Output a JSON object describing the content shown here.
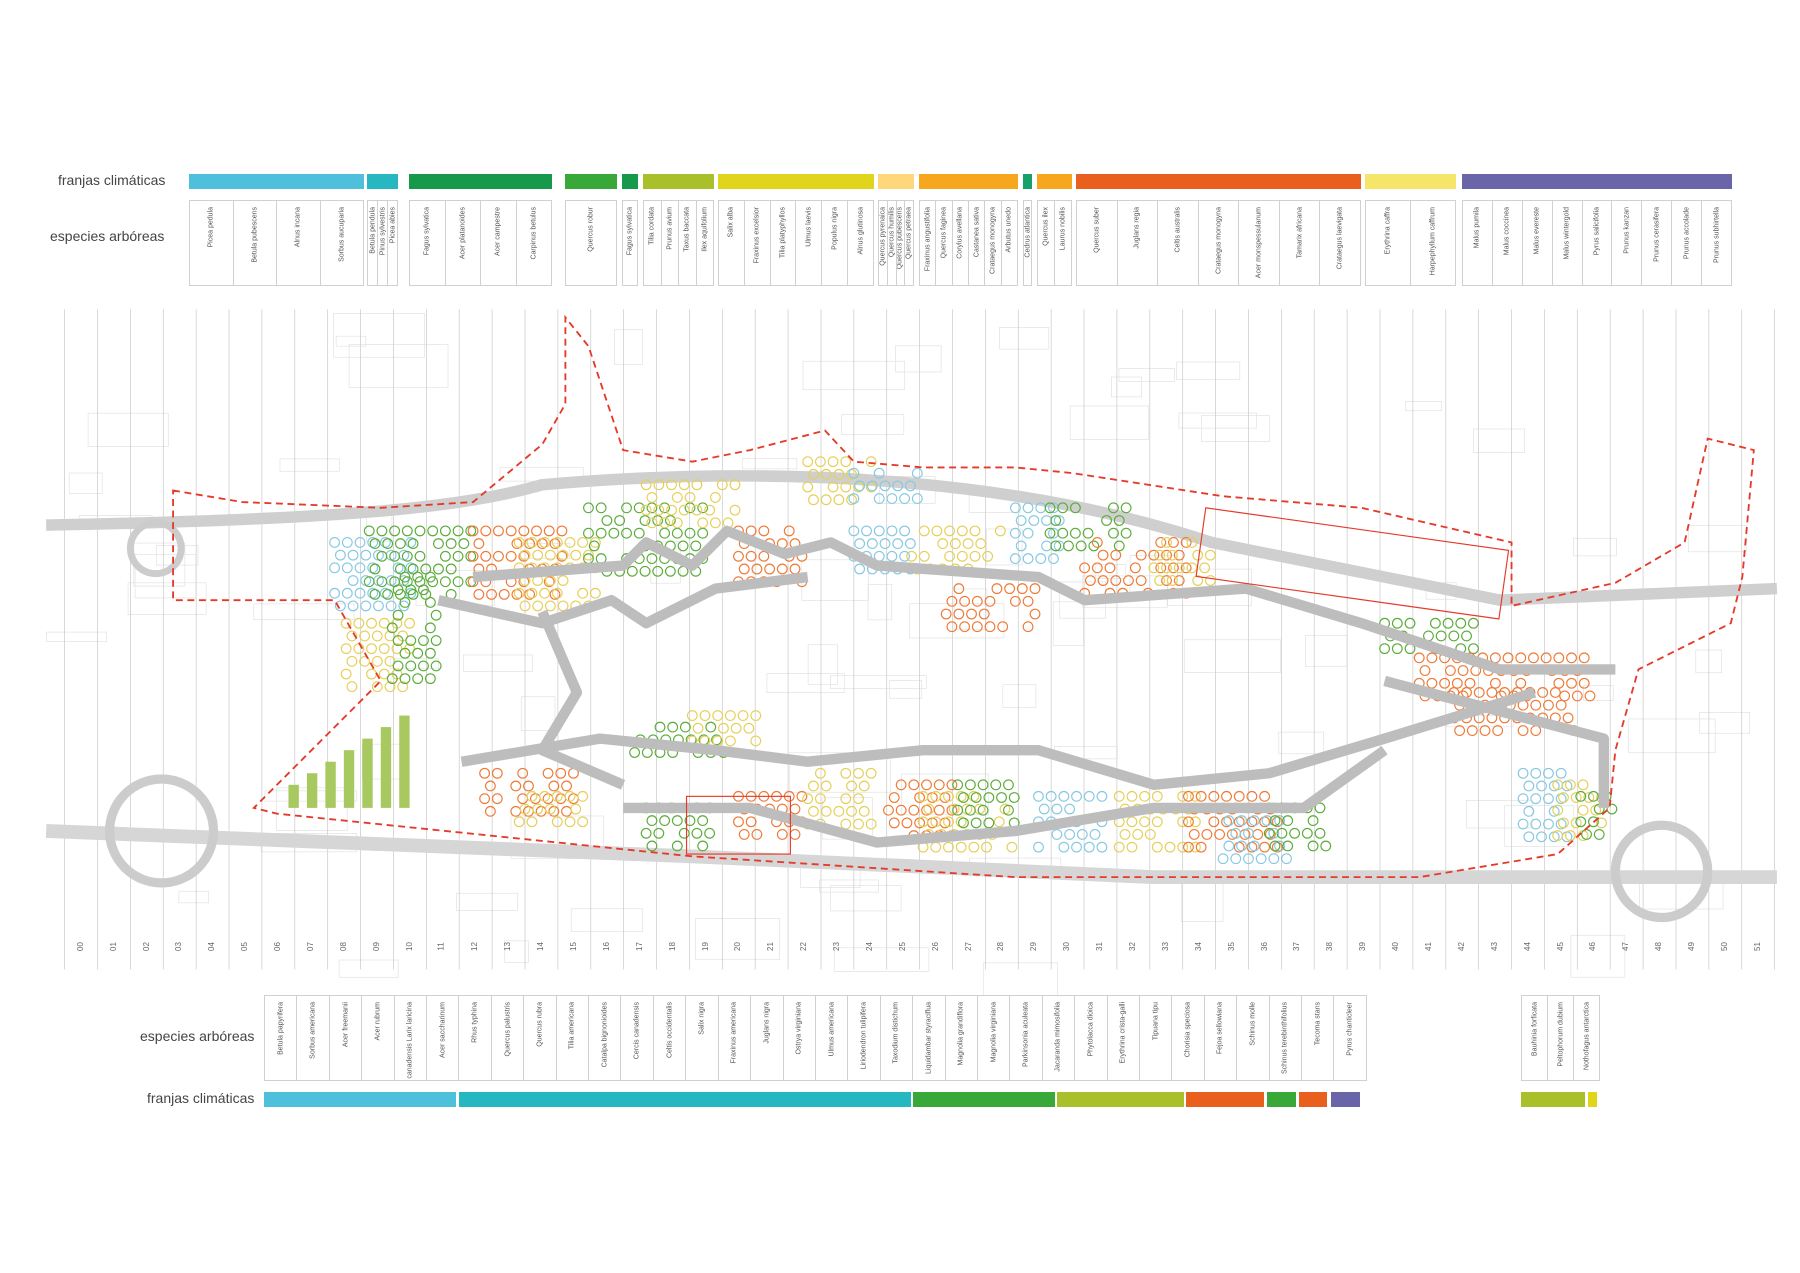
{
  "labels": {
    "climate_top": "franjas climáticas",
    "species_top": "especies arbóreas",
    "species_bottom": "especies arbóreas",
    "climate_bottom": "franjas climáticas"
  },
  "top_groups": [
    {
      "color": "#4fc0dc",
      "species": [
        "Picea pedula",
        "Betula pubescens",
        "Alnus incana",
        "Sorbus aucuparia"
      ]
    },
    {
      "color": "#27b7c0",
      "species": [
        "Betula pendula",
        "Pinus sylvestris",
        "Picea abies"
      ]
    },
    {
      "color": "#16994a",
      "species": [
        "Fagus sylvatica",
        "Acer platanoides",
        "Acer campestre",
        "Carpinus betulus"
      ]
    },
    {
      "color": "#38a838",
      "species": [
        "Quercus robur"
      ]
    },
    {
      "color": "#16994a",
      "species": [
        "Fagus sylvatica"
      ]
    },
    {
      "color": "#a9c02a",
      "species": [
        "Tilia cordata",
        "Prunus avium",
        "Taxus baccata",
        "Ilex aquifolium"
      ]
    },
    {
      "color": "#e0d51a",
      "species": [
        "Salix alba",
        "Fraxinus excelsior",
        "Tilia platyphyllos",
        "Ulmus laevis",
        "Populus nigra",
        "Alnus glutinosa"
      ]
    },
    {
      "color": "#fdd77a",
      "species": [
        "Quercus pyrenaica",
        "Quercus humilis",
        "Quercus pubescens",
        "Quercus petraea"
      ]
    },
    {
      "color": "#f6a71e",
      "species": [
        "Fraxinus angustifolia",
        "Quercus faginea",
        "Corylus avellana",
        "Castanea sativa",
        "Crataegus monogyna",
        "Arbutus unedo"
      ]
    },
    {
      "color": "#17a06a",
      "species": [
        "Cedrus atlantica"
      ]
    },
    {
      "color": "#f6a71e",
      "species": [
        "Quercus ilex",
        "Laurus nobilis"
      ]
    },
    {
      "color": "#e9601e",
      "species": [
        "Quercus suber",
        "Juglans regia",
        "Celtis australis",
        "Crataegus monogyna",
        "Acer monspessulanum",
        "Tamarix africana",
        "Crataegus laevigata"
      ]
    },
    {
      "color": "#f5e66a",
      "species": [
        "Erythrina caffra",
        "Harpephyllum caffrum"
      ]
    },
    {
      "color": "#6a64a8",
      "species": [
        "Malus pumila",
        "Malus coccinea",
        "Malus evereste",
        "Malus wintergold",
        "Pyrus salicifolia",
        "Prunus kanzan",
        "Prunus cerasifera",
        "Prunus accolade",
        "Prunus subhirtella"
      ]
    }
  ],
  "bottom_species": [
    [
      "Betula papyrifera",
      "Sorbus americana",
      "Acer freemanii",
      "Acer rubrum",
      "Abies balsamea Picea glauca Tsuga canadensis Larix laricina",
      "Acer saccharinum",
      "Rhus typhina",
      "Quercus palustris",
      "Quercus rubra",
      "Tilia americana",
      "Catalpa bignonioides",
      "Cercis canadensis",
      "Celtis occidentalis",
      "Salix nigra",
      "Fraxinus americana",
      "Juglans nigra",
      "Ostrya virginiana",
      "Ulmus americana",
      "Liriodendron tulipifera",
      "Taxodium distichum",
      "Liquidambar styraciflua",
      "Magnolia grandiflora",
      "Magnolia virginiana",
      "Parkinsonia aculeata",
      "Jacaranda mimosifolia",
      "Phytolacca dioica",
      "Erythrina crista-galli",
      "Tipuana tipu",
      "Chorisia speciosa",
      "Fejoa sellowiana",
      "Schinus molle",
      "Schinus terebinthifolius",
      "Tecoma stans",
      "Pyrus chanticleer"
    ],
    [
      "Bauhinia forficata",
      "Peltophorum dubium",
      "Nothofagus antarctica"
    ]
  ],
  "bottom_bars": [
    "#4fc0dc",
    "#27b7c0",
    "#38a838",
    "#a9c02a",
    "#e9601e",
    "#38a838",
    "#e9601e",
    "#6a64a8",
    "#a9c02a",
    "#e0d51a"
  ],
  "column_numbers": [
    "00",
    "01",
    "02",
    "03",
    "04",
    "05",
    "06",
    "07",
    "08",
    "09",
    "10",
    "11",
    "12",
    "13",
    "14",
    "15",
    "16",
    "17",
    "18",
    "19",
    "20",
    "21",
    "22",
    "23",
    "24",
    "25",
    "26",
    "27",
    "28",
    "29",
    "30",
    "31",
    "32",
    "33",
    "34",
    "35",
    "36",
    "37",
    "38",
    "39",
    "40",
    "41",
    "42",
    "43",
    "44",
    "45",
    "46",
    "47",
    "48",
    "49",
    "50",
    "51"
  ],
  "map_colors": {
    "boundary": "#e53a2a",
    "path": "#bdbdbd",
    "tree_green": "#5aac3a",
    "tree_orange": "#ee7a36",
    "tree_yellow": "#e6cf58",
    "tree_blue": "#86c8e2",
    "tree_olive": "#a8c44a"
  }
}
